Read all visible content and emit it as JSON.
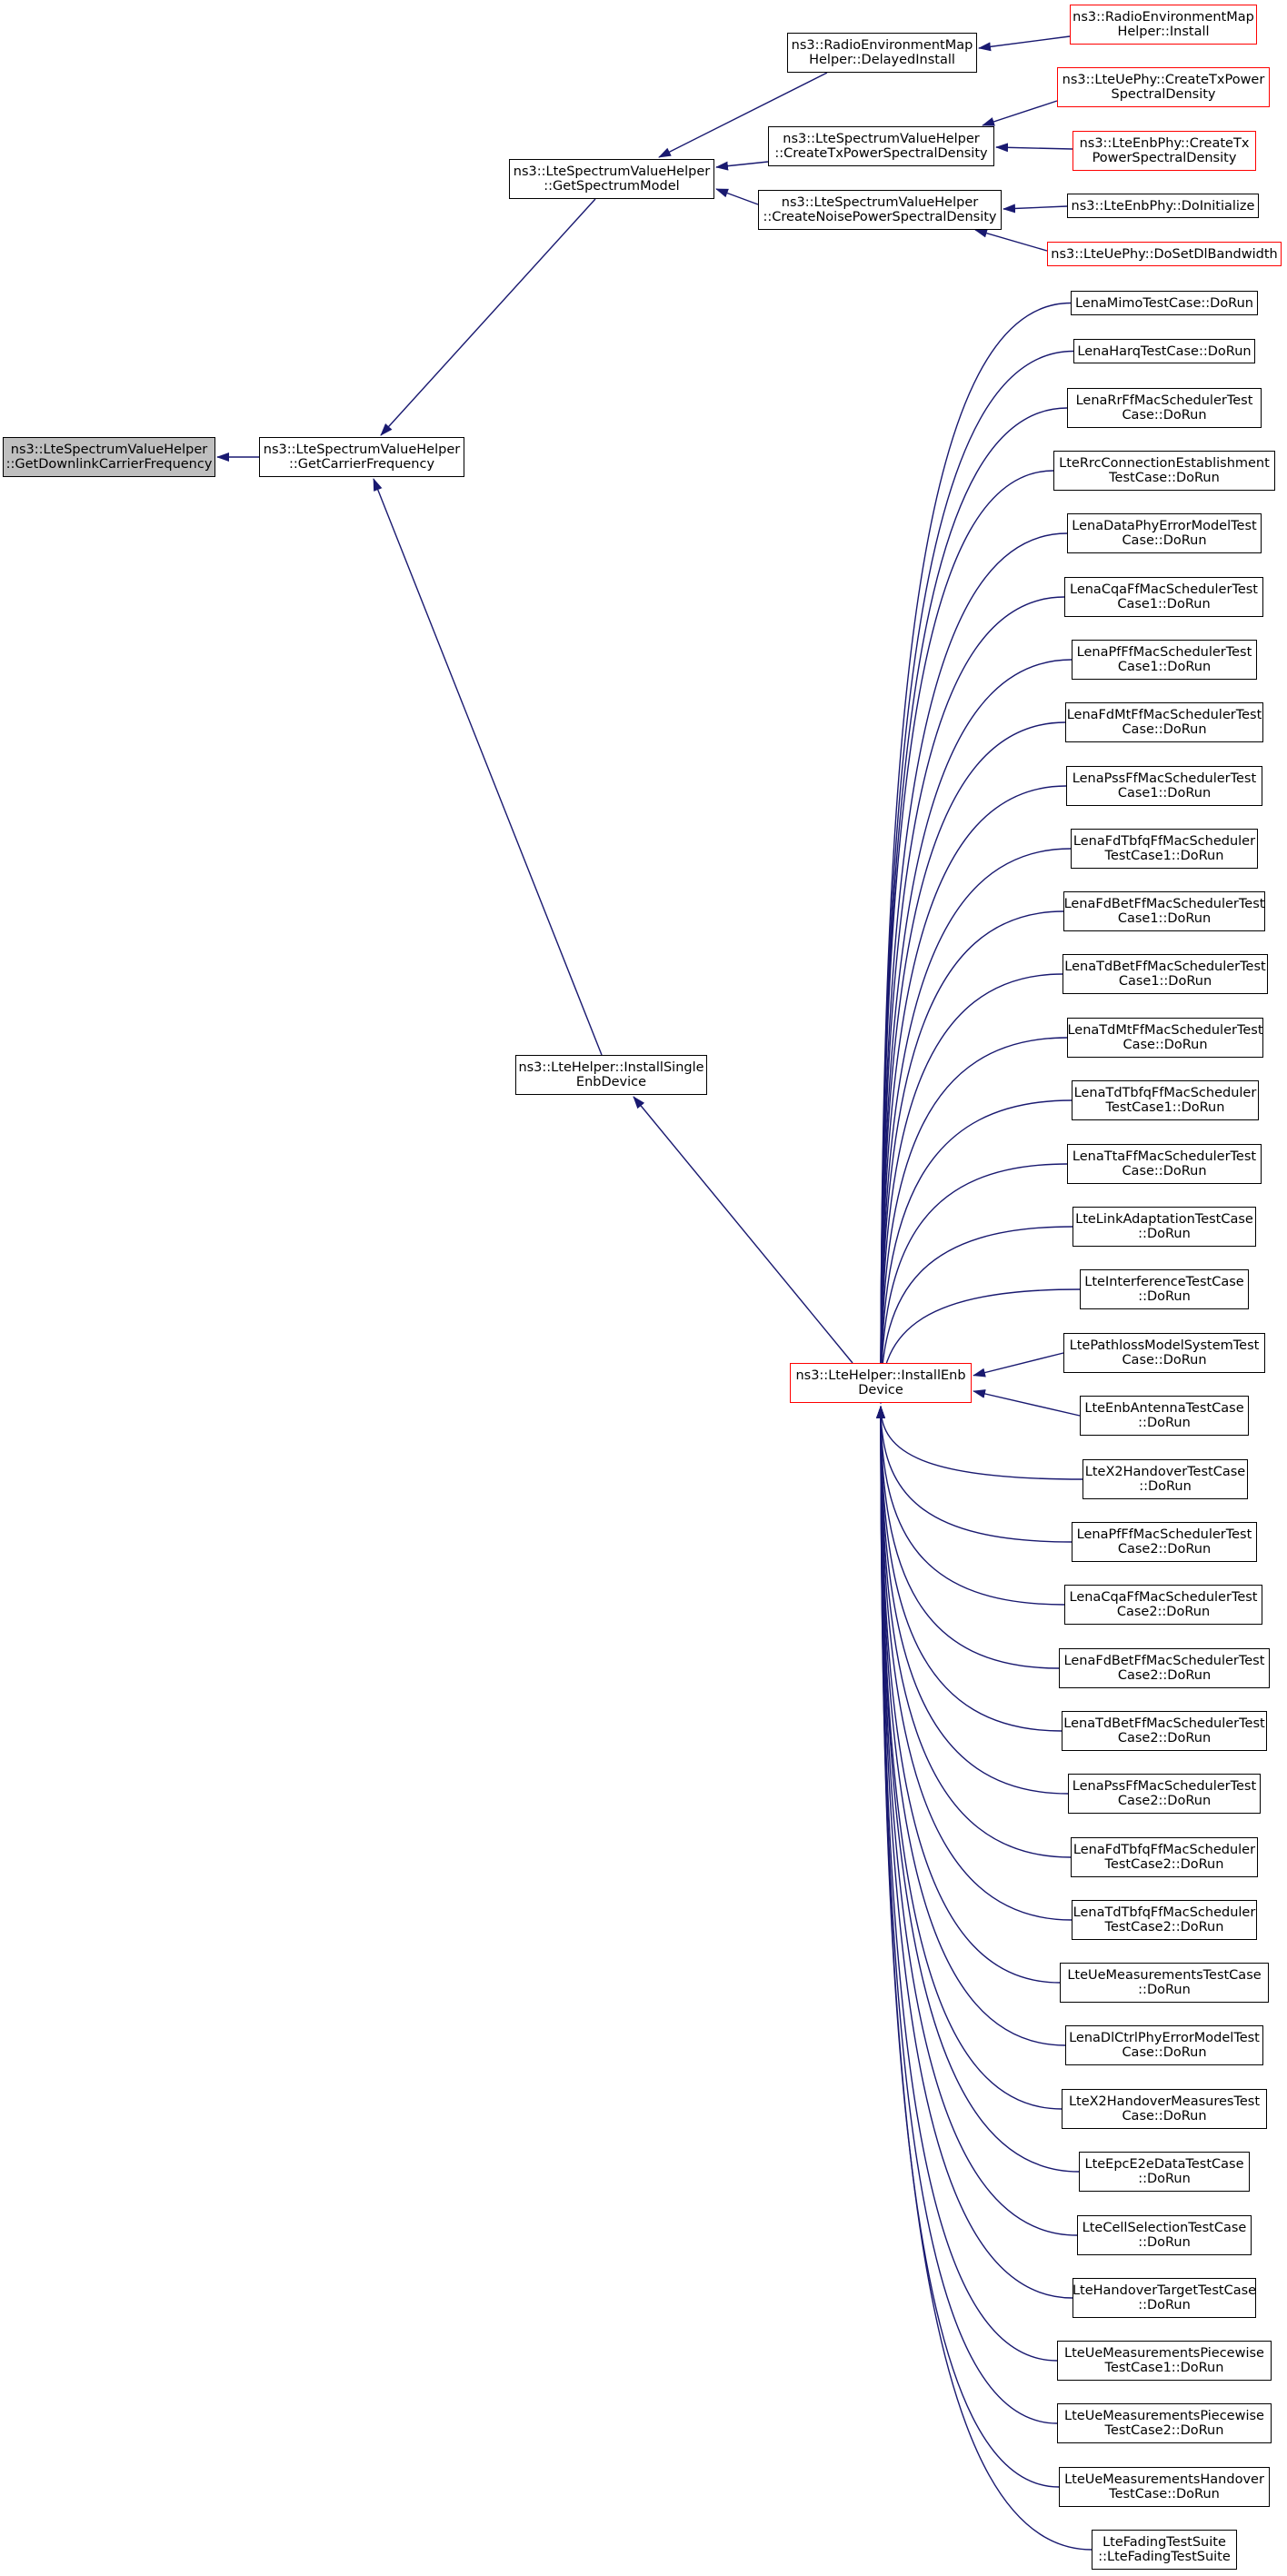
{
  "colors": {
    "edge": "#191970",
    "node_border": "#000000",
    "truncated_border": "#ff0000",
    "root_fill": "#bfbfbf"
  },
  "nodes": {
    "root": {
      "lines": [
        "ns3::LteSpectrumValueHelper",
        "::GetDownlinkCarrierFrequency"
      ]
    },
    "getCarrier": {
      "lines": [
        "ns3::LteSpectrumValueHelper",
        "::GetCarrierFrequency"
      ]
    },
    "getSpectrum": {
      "lines": [
        "ns3::LteSpectrumValueHelper",
        "::GetSpectrumModel"
      ]
    },
    "installSingle": {
      "lines": [
        "ns3::LteHelper::InstallSingle",
        "EnbDevice"
      ]
    },
    "delayed": {
      "lines": [
        "ns3::RadioEnvironmentMap",
        "Helper::DelayedInstall"
      ]
    },
    "remInstall": {
      "lines": [
        "ns3::RadioEnvironmentMap",
        "Helper::Install"
      ]
    },
    "createTx": {
      "lines": [
        "ns3::LteSpectrumValueHelper",
        "::CreateTxPowerSpectralDensity"
      ]
    },
    "ueCreateTx": {
      "lines": [
        "ns3::LteUePhy::CreateTxPower",
        "SpectralDensity"
      ]
    },
    "enbCreateTx": {
      "lines": [
        "ns3::LteEnbPhy::CreateTx",
        "PowerSpectralDensity"
      ]
    },
    "createNoise": {
      "lines": [
        "ns3::LteSpectrumValueHelper",
        "::CreateNoisePowerSpectralDensity"
      ]
    },
    "enbInit": {
      "lines": [
        "ns3::LteEnbPhy::DoInitialize"
      ]
    },
    "ueSetDl": {
      "lines": [
        "ns3::LteUePhy::DoSetDlBandwidth"
      ]
    },
    "installEnb": {
      "lines": [
        "ns3::LteHelper::InstallEnb",
        "Device"
      ]
    }
  },
  "callers": [
    [
      "LenaMimoTestCase::DoRun"
    ],
    [
      "LenaHarqTestCase::DoRun"
    ],
    [
      "LenaRrFfMacSchedulerTest",
      "Case::DoRun"
    ],
    [
      "LteRrcConnectionEstablishment",
      "TestCase::DoRun"
    ],
    [
      "LenaDataPhyErrorModelTest",
      "Case::DoRun"
    ],
    [
      "LenaCqaFfMacSchedulerTest",
      "Case1::DoRun"
    ],
    [
      "LenaPfFfMacSchedulerTest",
      "Case1::DoRun"
    ],
    [
      "LenaFdMtFfMacSchedulerTest",
      "Case::DoRun"
    ],
    [
      "LenaPssFfMacSchedulerTest",
      "Case1::DoRun"
    ],
    [
      "LenaFdTbfqFfMacScheduler",
      "TestCase1::DoRun"
    ],
    [
      "LenaFdBetFfMacSchedulerTest",
      "Case1::DoRun"
    ],
    [
      "LenaTdBetFfMacSchedulerTest",
      "Case1::DoRun"
    ],
    [
      "LenaTdMtFfMacSchedulerTest",
      "Case::DoRun"
    ],
    [
      "LenaTdTbfqFfMacScheduler",
      "TestCase1::DoRun"
    ],
    [
      "LenaTtaFfMacSchedulerTest",
      "Case::DoRun"
    ],
    [
      "LteLinkAdaptationTestCase",
      "::DoRun"
    ],
    [
      "LteInterferenceTestCase",
      "::DoRun"
    ],
    [
      "LtePathlossModelSystemTest",
      "Case::DoRun"
    ],
    [
      "LteEnbAntennaTestCase",
      "::DoRun"
    ],
    [
      "LteX2HandoverTestCase",
      "::DoRun"
    ],
    [
      "LenaPfFfMacSchedulerTest",
      "Case2::DoRun"
    ],
    [
      "LenaCqaFfMacSchedulerTest",
      "Case2::DoRun"
    ],
    [
      "LenaFdBetFfMacSchedulerTest",
      "Case2::DoRun"
    ],
    [
      "LenaTdBetFfMacSchedulerTest",
      "Case2::DoRun"
    ],
    [
      "LenaPssFfMacSchedulerTest",
      "Case2::DoRun"
    ],
    [
      "LenaFdTbfqFfMacScheduler",
      "TestCase2::DoRun"
    ],
    [
      "LenaTdTbfqFfMacScheduler",
      "TestCase2::DoRun"
    ],
    [
      "LteUeMeasurementsTestCase",
      "::DoRun"
    ],
    [
      "LenaDlCtrlPhyErrorModelTest",
      "Case::DoRun"
    ],
    [
      "LteX2HandoverMeasuresTest",
      "Case::DoRun"
    ],
    [
      "LteEpcE2eDataTestCase",
      "::DoRun"
    ],
    [
      "LteCellSelectionTestCase",
      "::DoRun"
    ],
    [
      "LteHandoverTargetTestCase",
      "::DoRun"
    ],
    [
      "LteUeMeasurementsPiecewise",
      "TestCase1::DoRun"
    ],
    [
      "LteUeMeasurementsPiecewise",
      "TestCase2::DoRun"
    ],
    [
      "LteUeMeasurementsHandover",
      "TestCase::DoRun"
    ],
    [
      "LteFadingTestSuite",
      "::LteFadingTestSuite"
    ]
  ]
}
